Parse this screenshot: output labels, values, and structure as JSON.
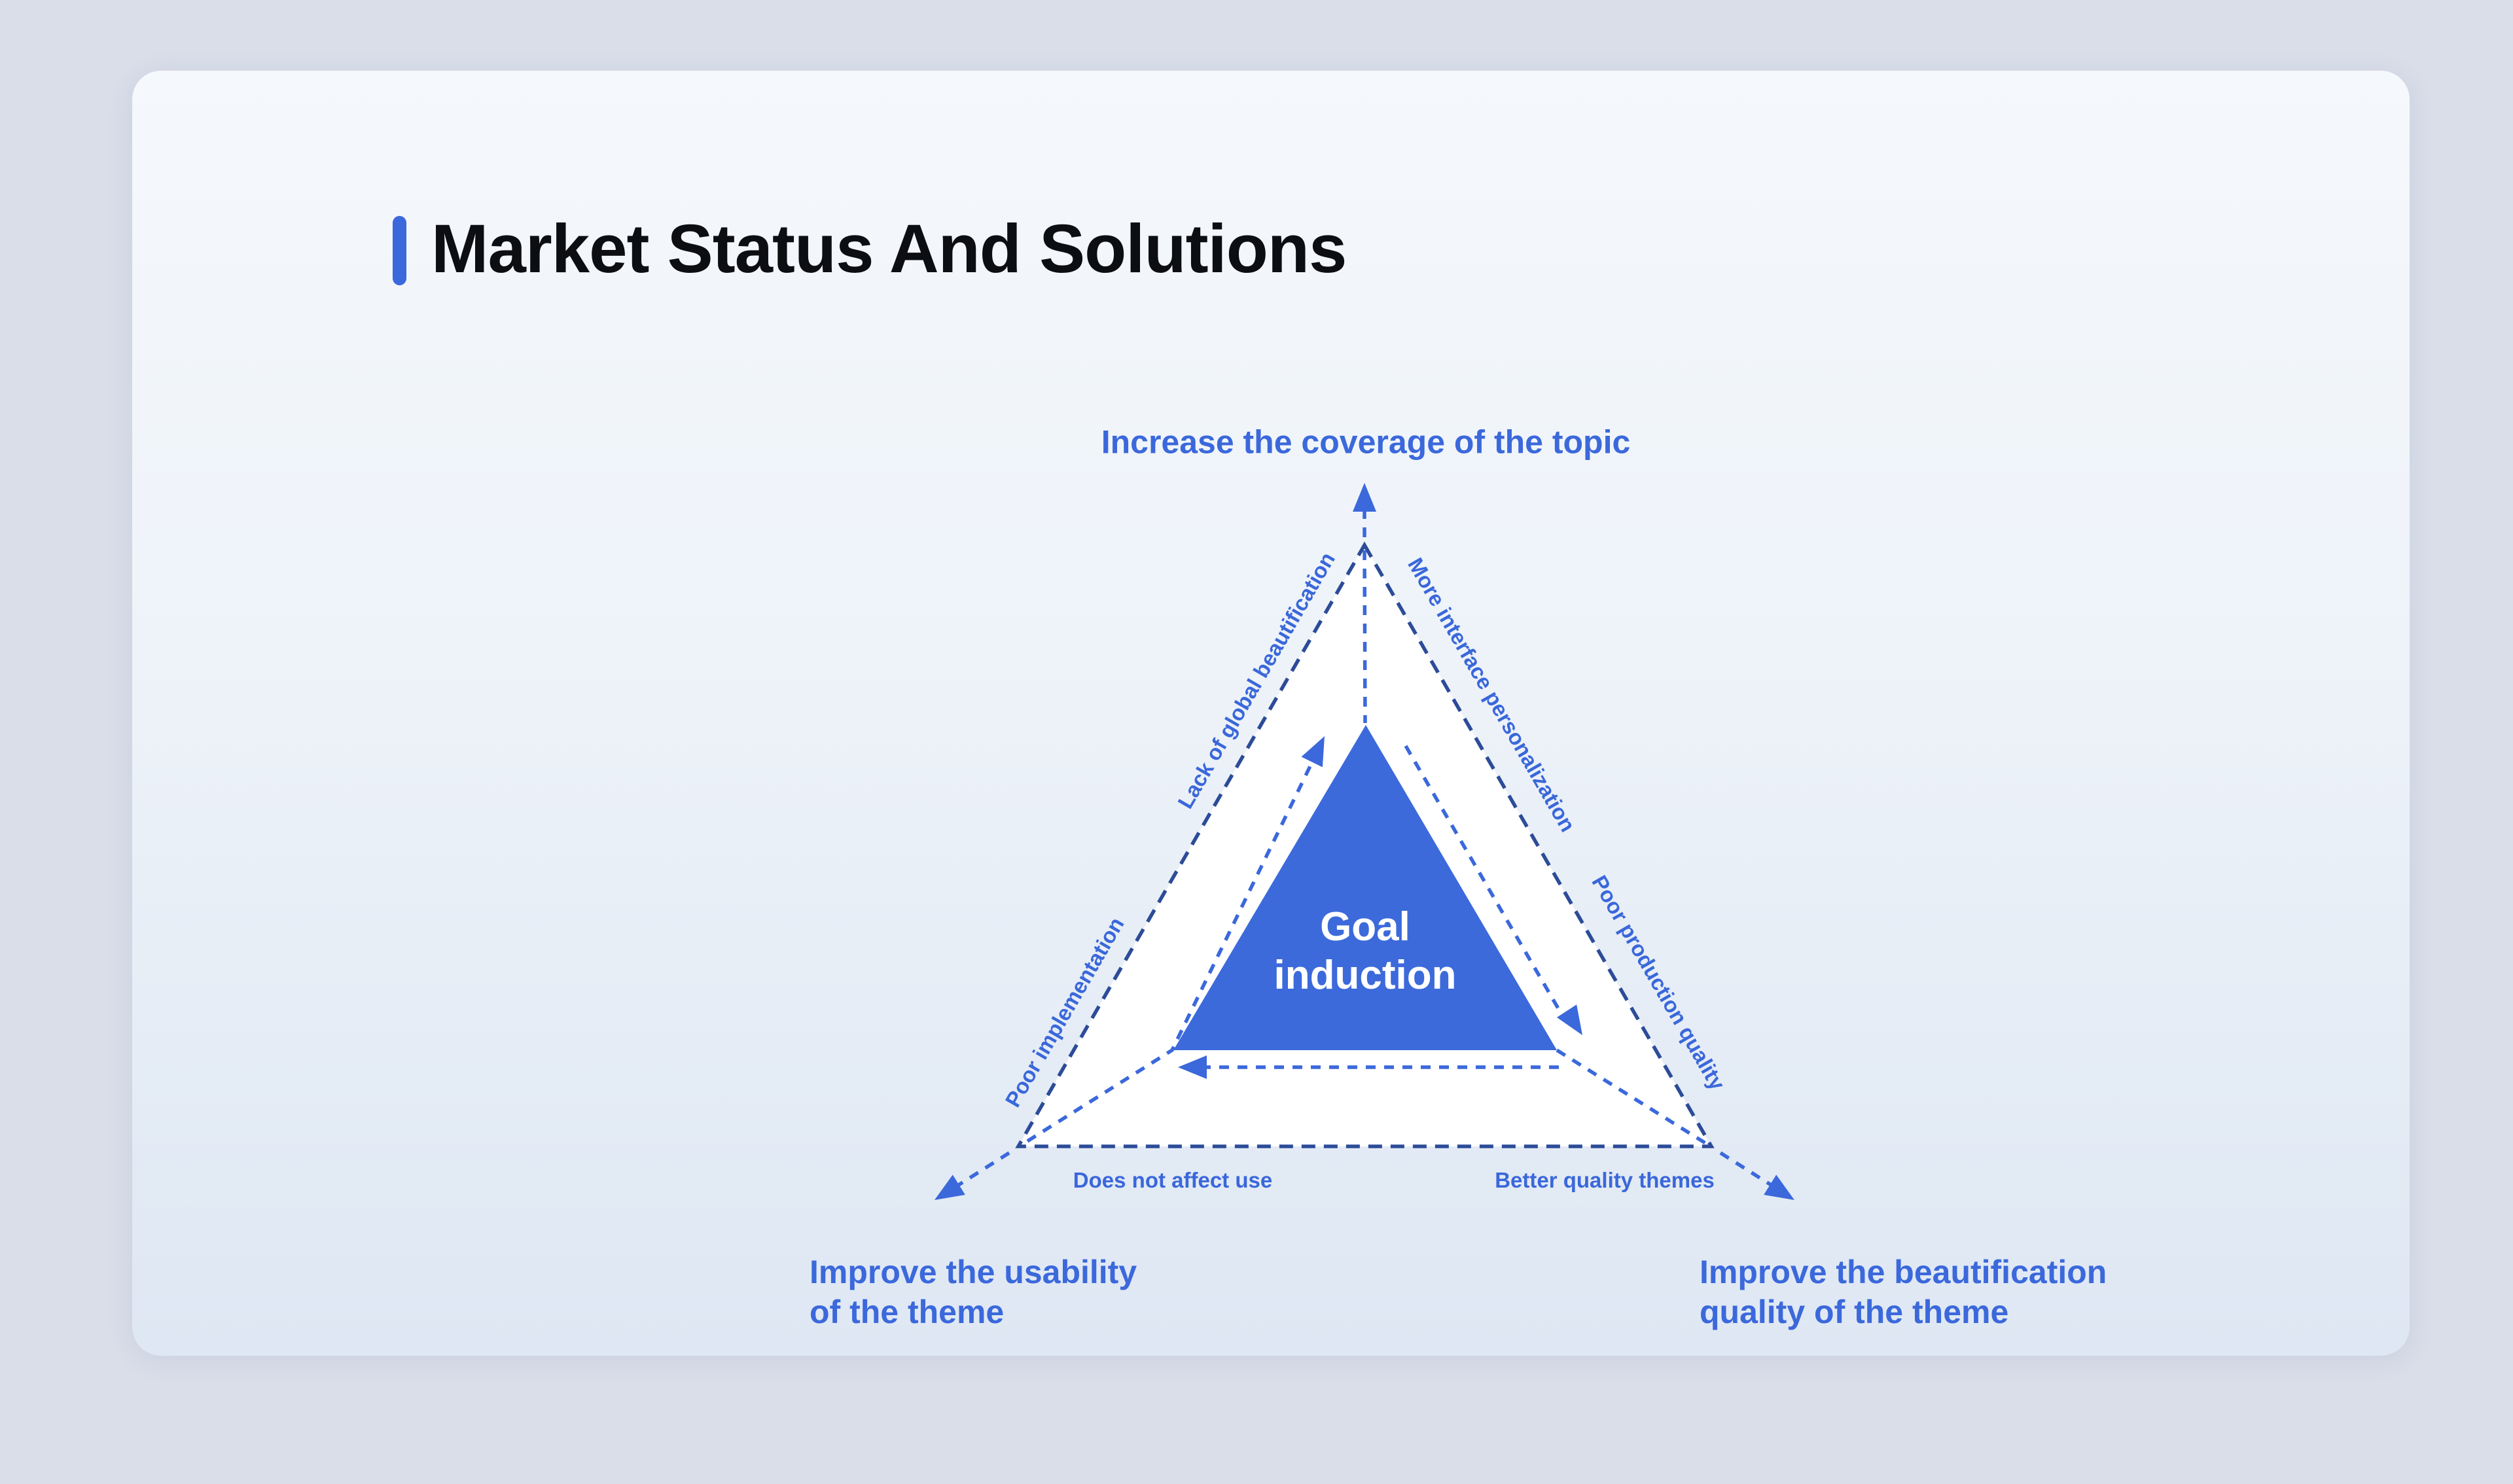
{
  "page": {
    "background": "#D9DEE9"
  },
  "card": {
    "background_top": "#F5F8FC",
    "background_bottom": "#DEE7F3"
  },
  "header": {
    "title": "Market Status And Solutions",
    "accent_color": "#3B68DB",
    "title_color": "#0D0E12"
  },
  "diagram": {
    "colors": {
      "accent_blue": "#3B68DB",
      "navy_dashed": "#2C4C98",
      "goal_triangle_fill": "#3C6ADB",
      "outer_triangle_fill": "#FFFFFF",
      "center_text": "#FFFFFF"
    },
    "center": {
      "line1": "Goal",
      "line2": "induction"
    },
    "solutions": {
      "top": "Increase the coverage of the topic",
      "bottom_left": {
        "line1": "Improve the usability",
        "line2": "of the theme"
      },
      "bottom_right": {
        "line1": "Improve the beautification",
        "line2": "quality of the theme"
      }
    },
    "issues": {
      "left_upper": "Lack of global beautification",
      "left_lower": "Poor implementation",
      "right_upper": "More interface personalization",
      "right_lower": "Poor production quality",
      "bottom_left": "Does not affect use",
      "bottom_right": "Better quality themes"
    }
  }
}
